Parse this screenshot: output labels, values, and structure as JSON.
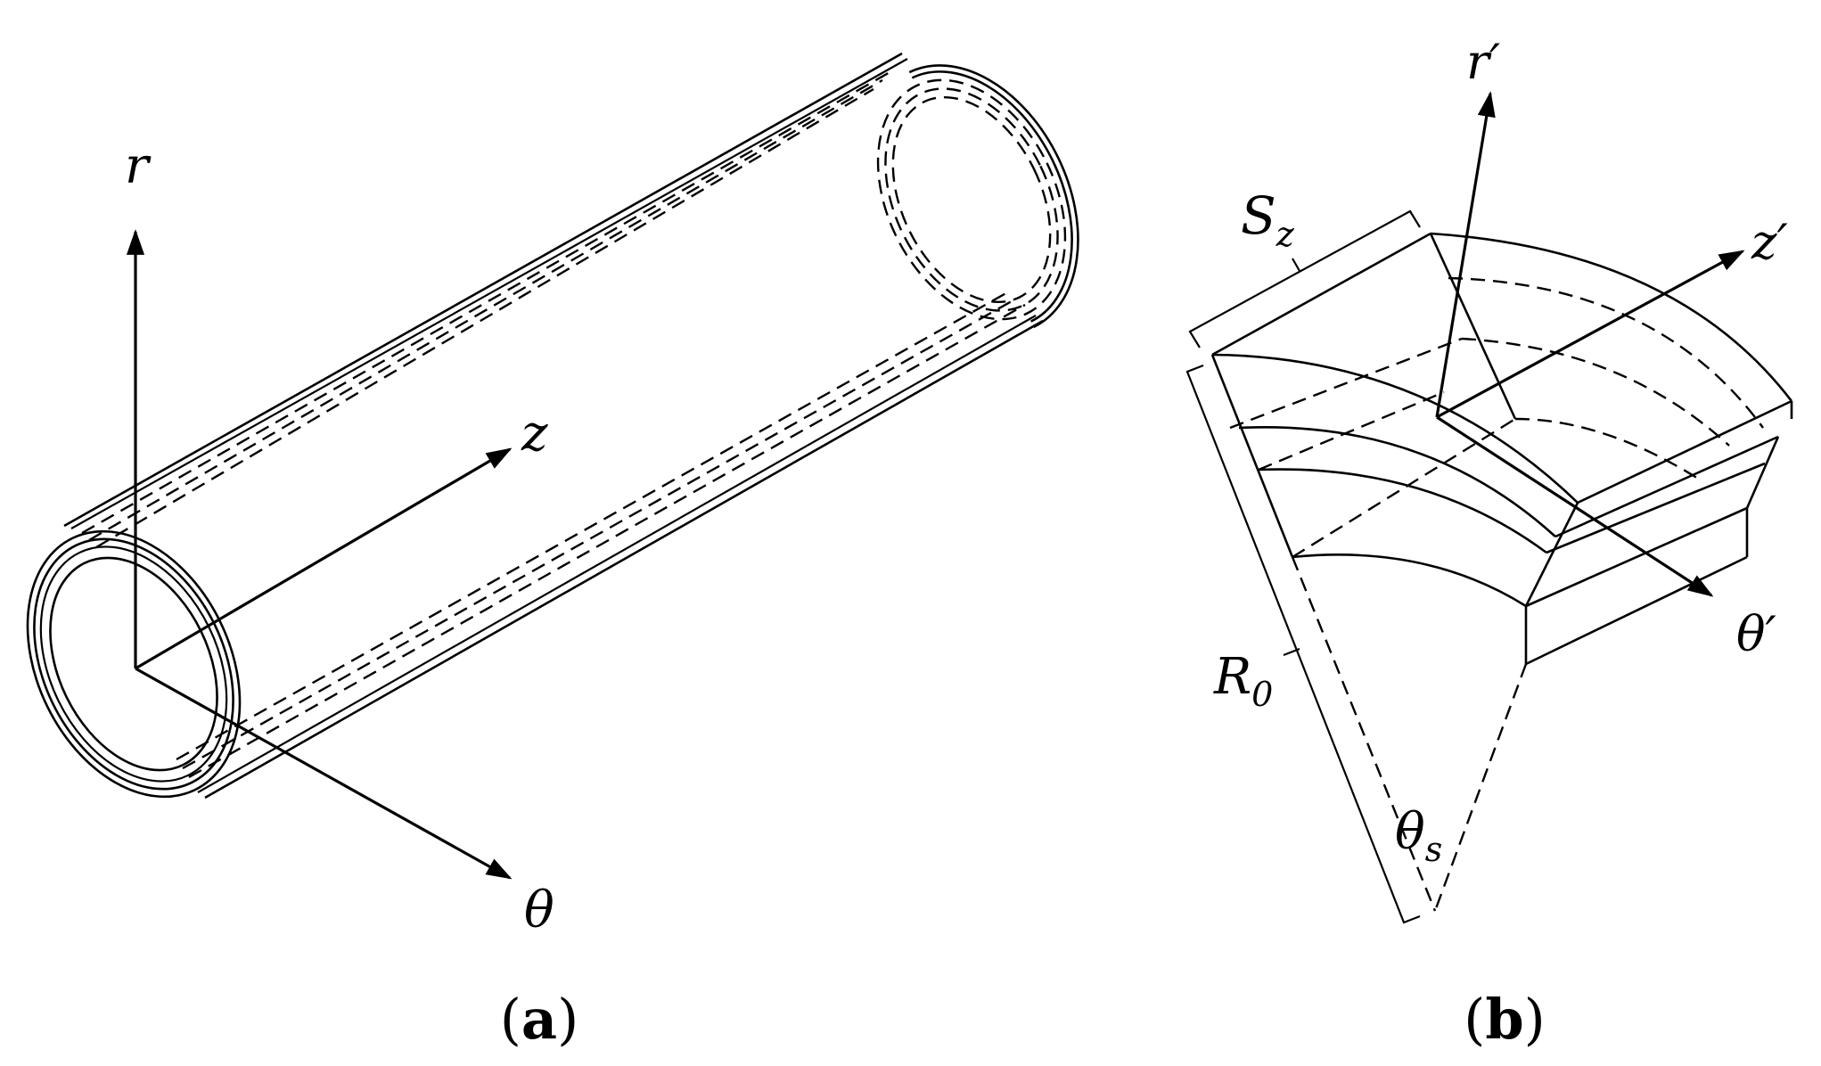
{
  "panel_a": {
    "axis_r": "r",
    "axis_z": "z",
    "axis_theta": "θ",
    "caption_open": "(",
    "caption_letter": "a",
    "caption_close": ")"
  },
  "panel_b": {
    "label_s": "S",
    "label_s_sub": "z",
    "label_r0": "R",
    "label_r0_sub": "0",
    "label_theta_s": "θ",
    "label_theta_s_sub": "s",
    "axis_r_prime": "r′",
    "axis_z_prime": "z′",
    "axis_theta_prime": "θ′",
    "caption_open": "(",
    "caption_letter": "b",
    "caption_close": ")"
  }
}
